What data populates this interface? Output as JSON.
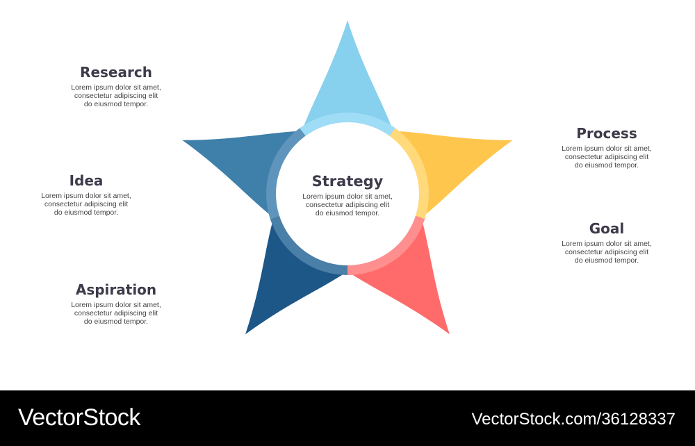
{
  "colors": {
    "research": "#3e80aa",
    "top": "#87d0ee",
    "process": "#ffc64e",
    "goal": "#ff6b6b",
    "aspiration": "#1d5787",
    "text": "#3e3a4a"
  },
  "center": {
    "title": "Strategy",
    "desc_lines": [
      "Lorem ipsum dolor sit amet,",
      "consectetur adipiscing elit",
      "do eiusmod tempor."
    ]
  },
  "items": [
    {
      "title": "Research",
      "desc_lines": [
        "Lorem ipsum dolor sit amet,",
        "consectetur adipiscing elit",
        "do eiusmod tempor."
      ]
    },
    {
      "title": "Idea",
      "desc_lines": [
        "Lorem ipsum dolor sit amet,",
        "consectetur adipiscing elit",
        "do eiusmod tempor."
      ]
    },
    {
      "title": "Aspiration",
      "desc_lines": [
        "Lorem ipsum dolor sit amet,",
        "consectetur adipiscing elit",
        "do eiusmod tempor."
      ]
    },
    {
      "title": "Process",
      "desc_lines": [
        "Lorem ipsum dolor sit amet,",
        "consectetur adipiscing elit",
        "do eiusmod tempor."
      ]
    },
    {
      "title": "Goal",
      "desc_lines": [
        "Lorem ipsum dolor sit amet,",
        "consectetur adipiscing elit",
        "do eiusmod tempor."
      ]
    }
  ],
  "footer": {
    "brand": "VectorStock",
    "image_id": "VectorStock.com/36128337"
  }
}
